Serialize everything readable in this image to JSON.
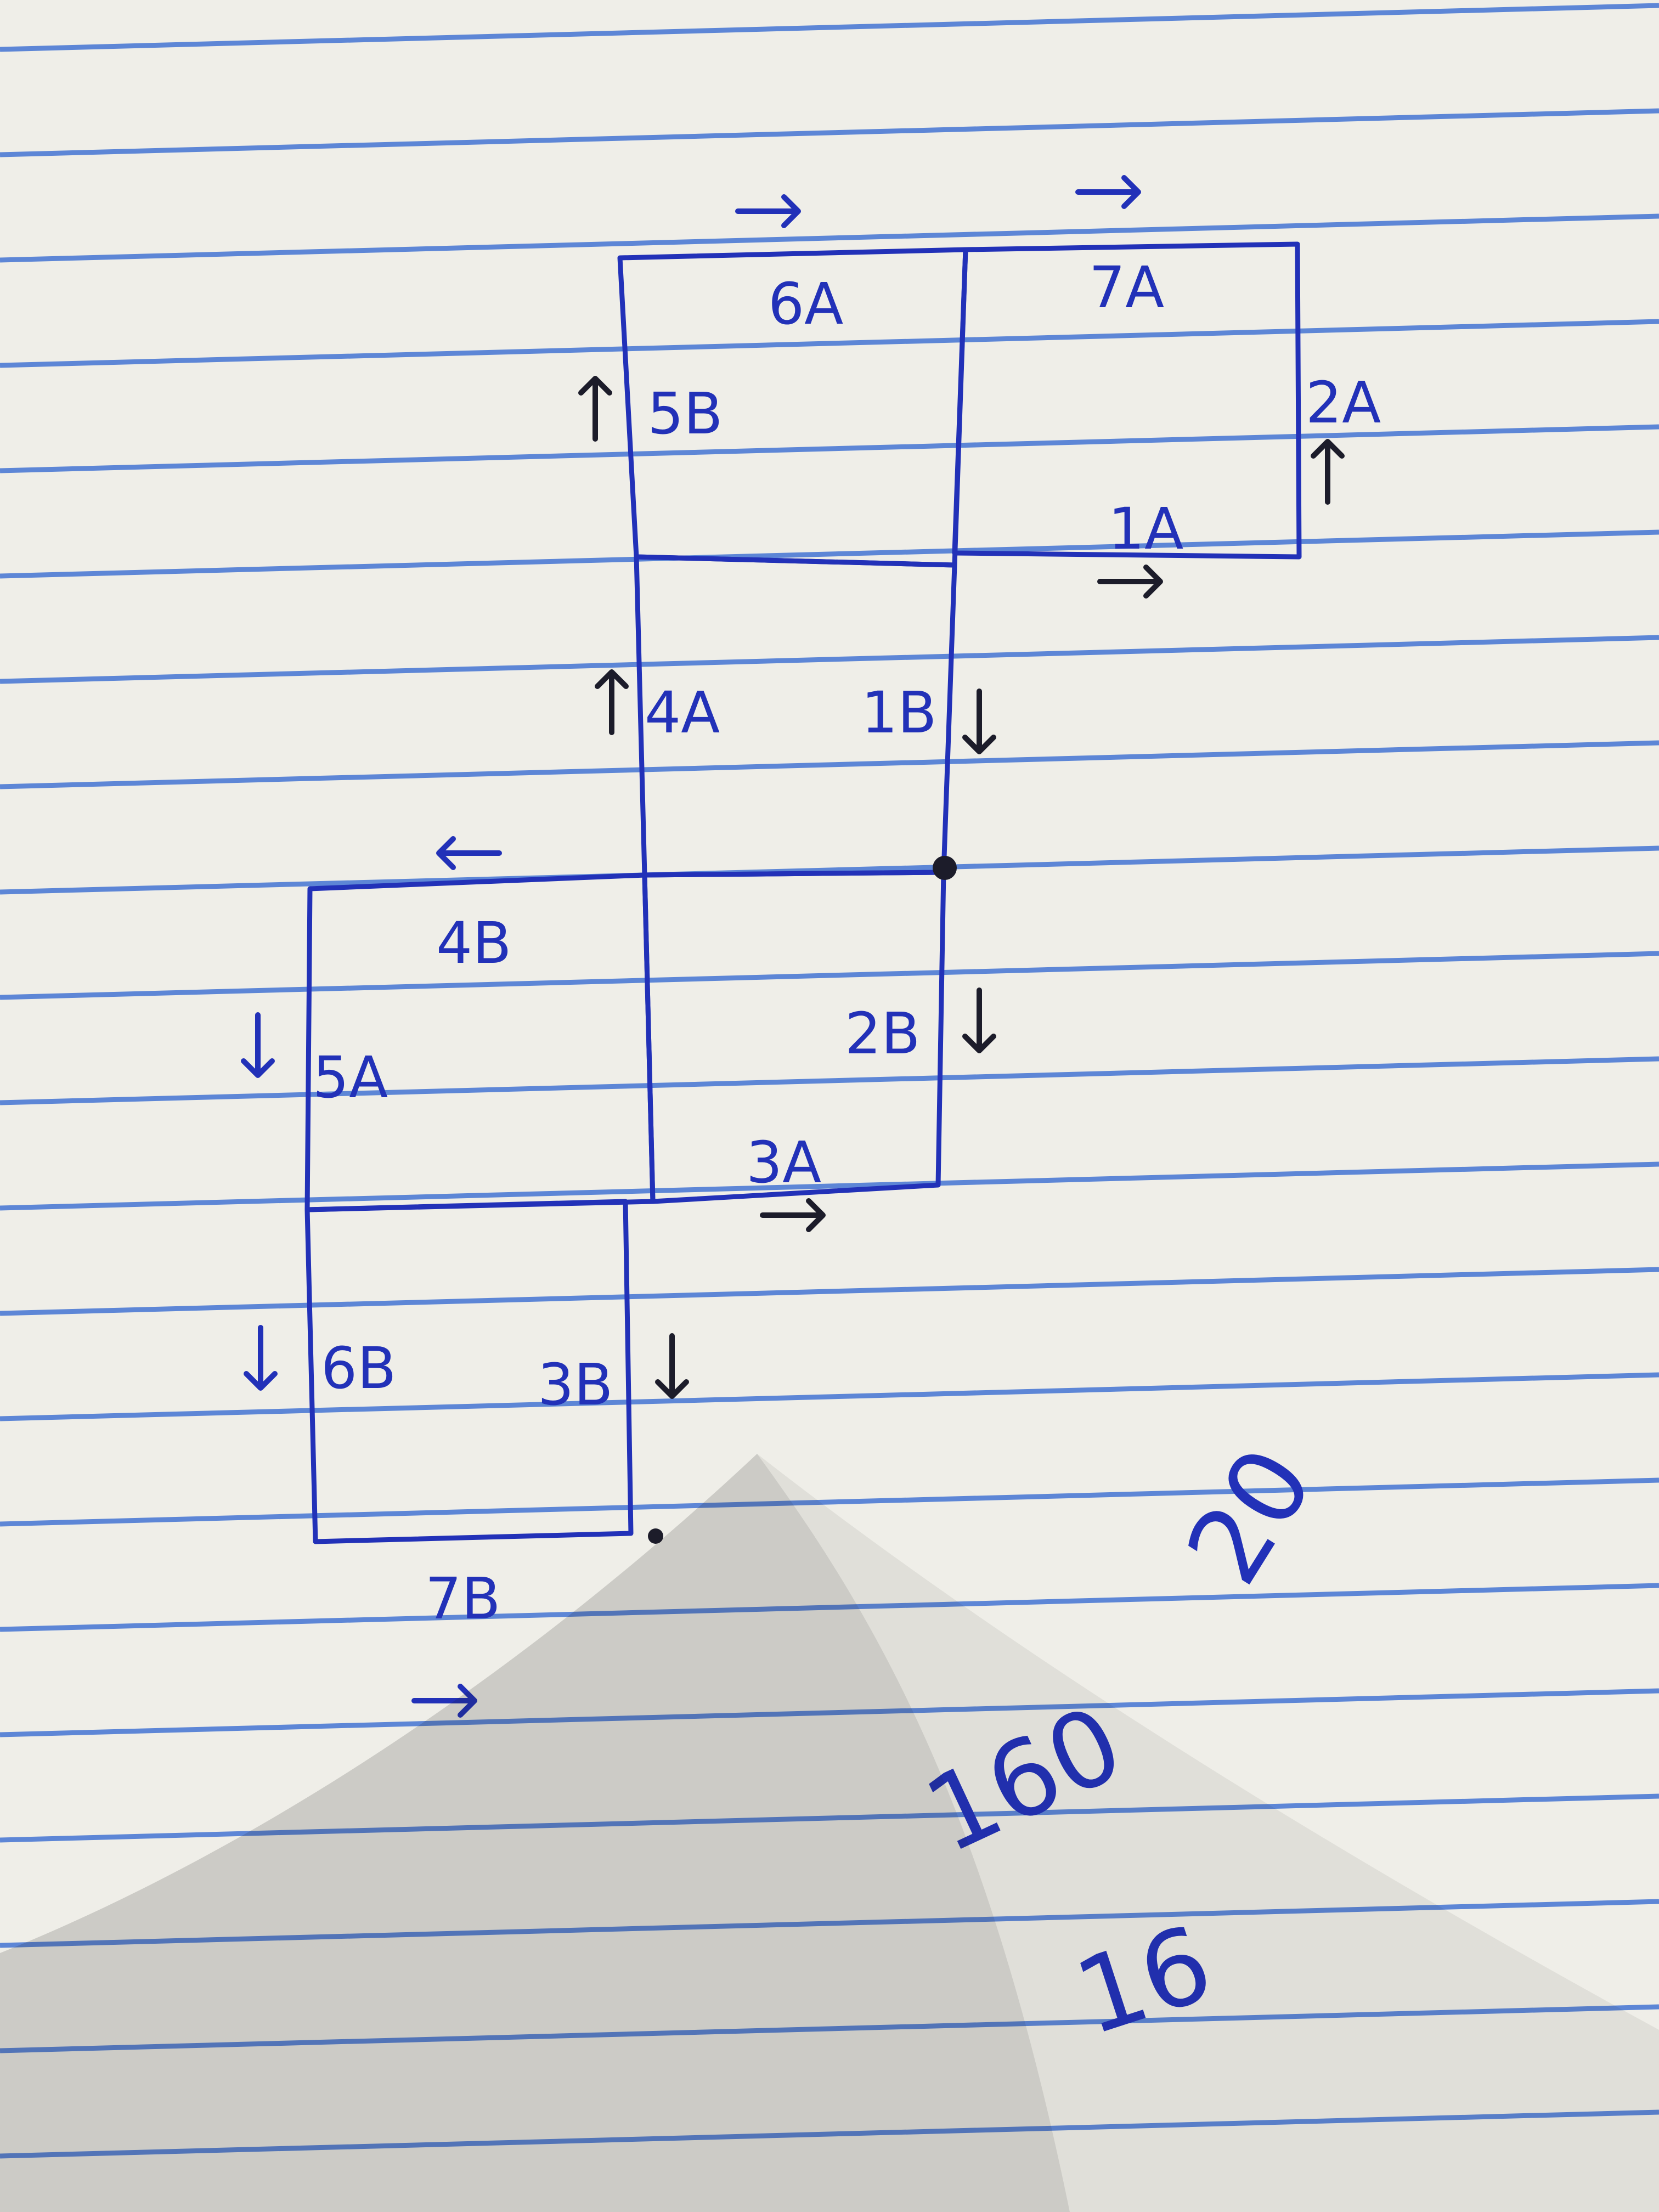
{
  "paper": {
    "background": "#efeee8",
    "rule_color": "#5d86d6",
    "ink_color": "#2231b8",
    "black_ink": "#1c1c2a"
  },
  "faces": [
    {
      "id": "top-left-square"
    },
    {
      "id": "top-right-square"
    },
    {
      "id": "middle-upper-square"
    },
    {
      "id": "middle-lower-square"
    },
    {
      "id": "lower-left-upper-square"
    },
    {
      "id": "lower-left-lower-square"
    }
  ],
  "edge_labels": {
    "l6A": "6A",
    "l7A": "7A",
    "l5B": "5B",
    "l2A": "2A",
    "l1A": "1A",
    "l4A": "4A",
    "l1B": "1B",
    "l4B": "4B",
    "l5A": "5A",
    "l2B": "2B",
    "l3A": "3A",
    "l6B": "6B",
    "l3B": "3B",
    "l7B": "7B"
  },
  "arrows": [
    {
      "name": "arrow-6A",
      "dir": "right",
      "ink": "blue"
    },
    {
      "name": "arrow-7A",
      "dir": "right",
      "ink": "blue"
    },
    {
      "name": "arrow-5B",
      "dir": "up",
      "ink": "black"
    },
    {
      "name": "arrow-2A",
      "dir": "up",
      "ink": "black"
    },
    {
      "name": "arrow-1A",
      "dir": "right",
      "ink": "black"
    },
    {
      "name": "arrow-4A",
      "dir": "up",
      "ink": "black"
    },
    {
      "name": "arrow-1B",
      "dir": "down",
      "ink": "black"
    },
    {
      "name": "arrow-4B",
      "dir": "left",
      "ink": "blue"
    },
    {
      "name": "arrow-5A",
      "dir": "down",
      "ink": "blue"
    },
    {
      "name": "arrow-2B",
      "dir": "down",
      "ink": "black"
    },
    {
      "name": "arrow-3A",
      "dir": "right",
      "ink": "black"
    },
    {
      "name": "arrow-6B",
      "dir": "down",
      "ink": "blue"
    },
    {
      "name": "arrow-3B",
      "dir": "down",
      "ink": "black"
    },
    {
      "name": "arrow-7B",
      "dir": "right",
      "ink": "blue"
    }
  ],
  "notes": {
    "n20": "20",
    "n160": "160",
    "n16": "16"
  }
}
